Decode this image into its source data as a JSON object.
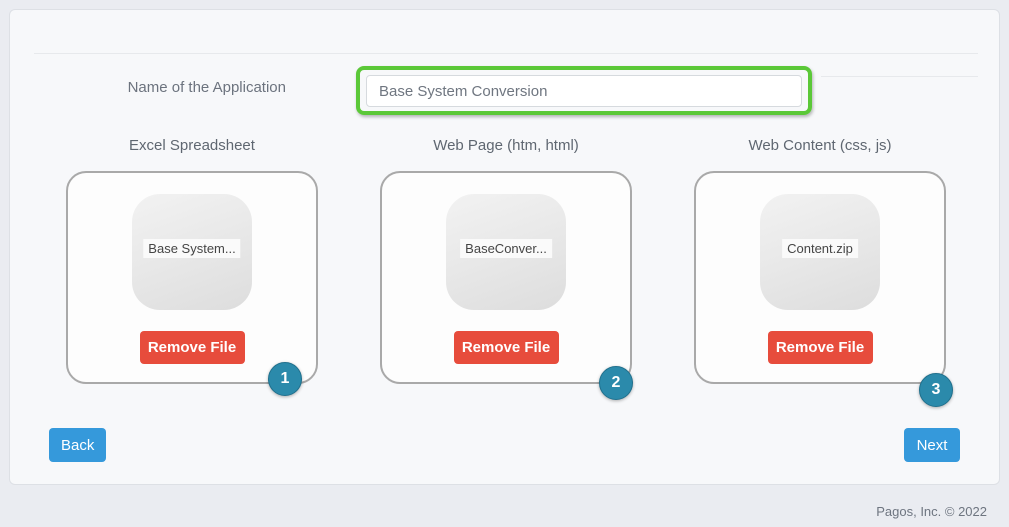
{
  "form": {
    "label": "Name of the Application",
    "value": "Base System Conversion"
  },
  "uploads": [
    {
      "step": "1",
      "heading": "Excel Spreadsheet",
      "filename": "Base System...",
      "remove_label": "Remove File"
    },
    {
      "step": "2",
      "heading": "Web Page (htm, html)",
      "filename": "BaseConver...",
      "remove_label": "Remove File"
    },
    {
      "step": "3",
      "heading": "Web Content (css, js)",
      "filename": "Content.zip",
      "remove_label": "Remove File"
    }
  ],
  "nav": {
    "back_label": "Back",
    "next_label": "Next"
  },
  "footer": {
    "text": "Pagos, Inc. © 2022"
  },
  "colors": {
    "highlight_green": "#5bc838",
    "remove_red": "#e74c3c",
    "nav_blue": "#3599db",
    "badge_teal": "#2b8aab",
    "panel_bg": "#f7f8fa",
    "page_bg": "#eaecf1"
  }
}
